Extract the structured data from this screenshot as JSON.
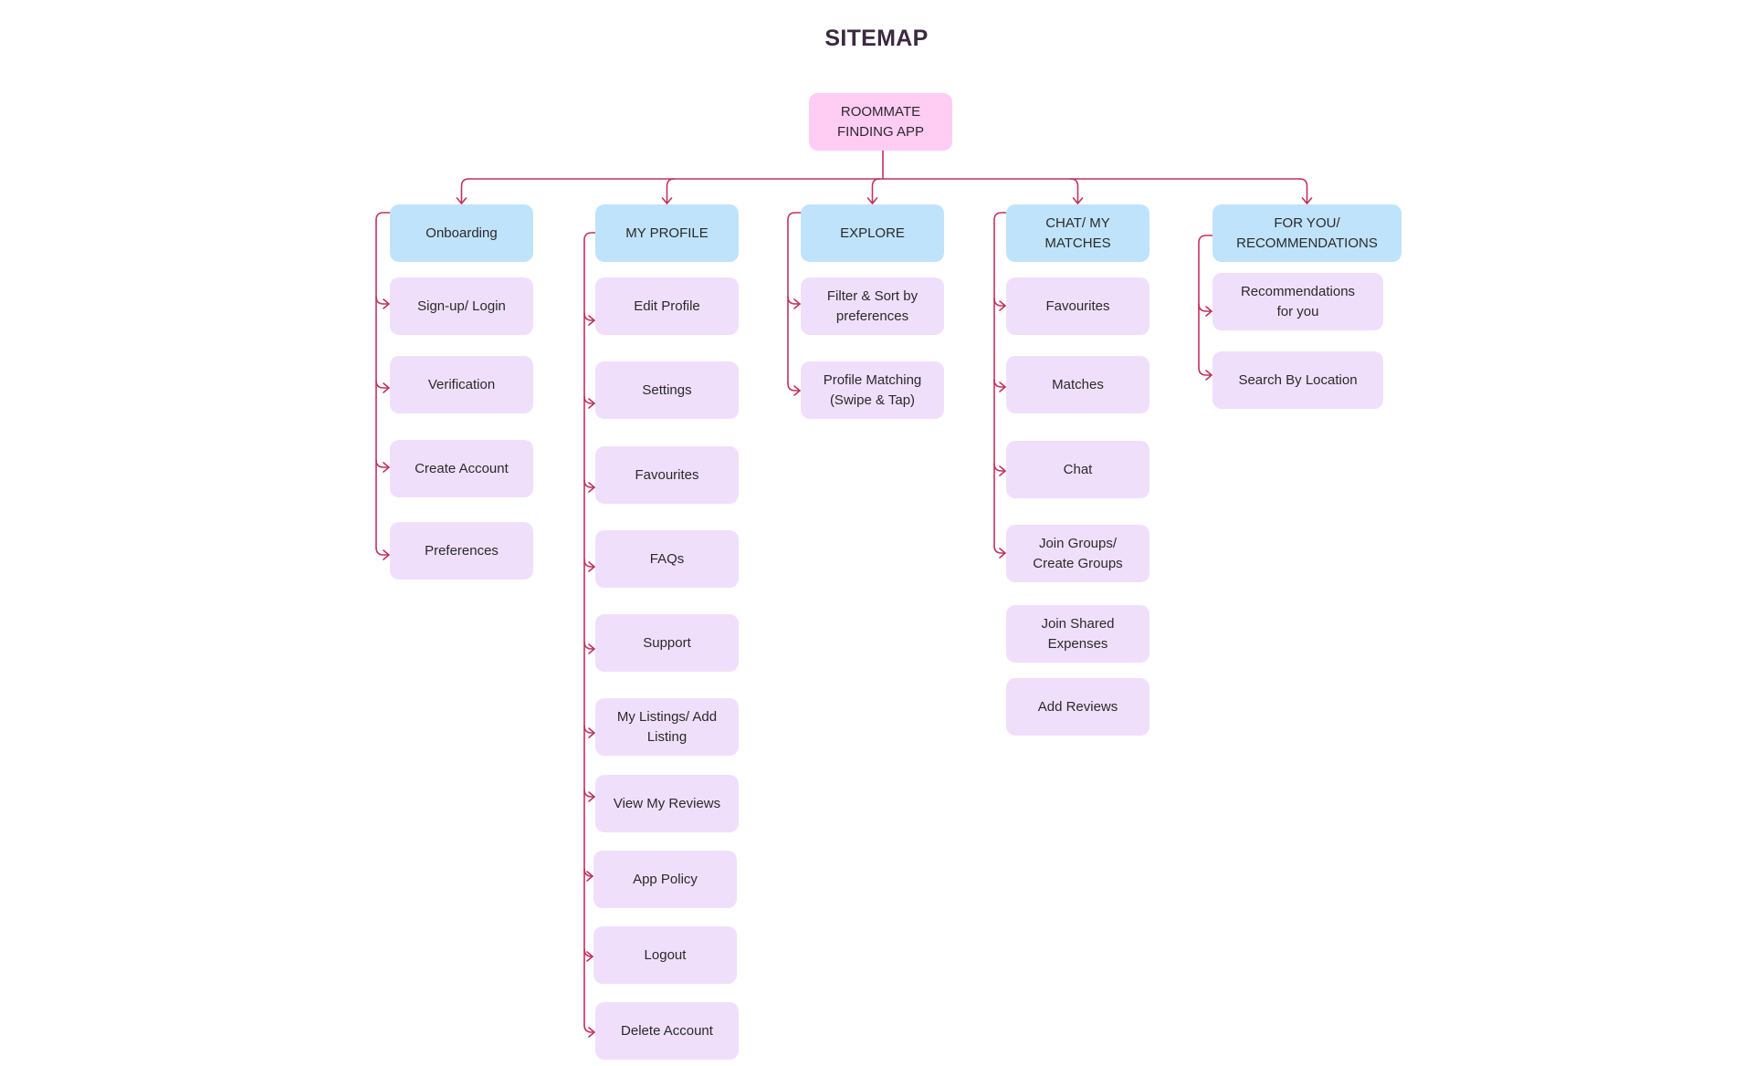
{
  "title": "SITEMAP",
  "colors": {
    "root_fill": "#ffccf4",
    "category_fill": "#bfe3fb",
    "item_fill": "#f0dffb",
    "connector": "#c2325f",
    "title_text": "#3b2a40"
  },
  "root": {
    "label": "ROOMMATE\nFINDING APP"
  },
  "columns": [
    {
      "id": "onboarding",
      "label": "Onboarding",
      "items": [
        "Sign-up/ Login",
        "Verification",
        "Create Account",
        "Preferences"
      ]
    },
    {
      "id": "my-profile",
      "label": "MY PROFILE",
      "items": [
        "Edit Profile",
        "Settings",
        "Favourites",
        "FAQs",
        "Support",
        "My Listings/ Add\nListing",
        "View My Reviews",
        "App Policy",
        "Logout",
        "Delete Account"
      ]
    },
    {
      "id": "explore",
      "label": "EXPLORE",
      "items": [
        "Filter & Sort by\npreferences",
        "Profile Matching\n(Swipe & Tap)"
      ]
    },
    {
      "id": "chat",
      "label": "CHAT/ MY\nMATCHES",
      "items": [
        "Favourites",
        "Matches",
        "Chat",
        "Join Groups/\nCreate Groups"
      ],
      "extra_items": [
        "Join Shared\nExpenses",
        "Add Reviews"
      ]
    },
    {
      "id": "for-you",
      "label": "FOR YOU/\nRECOMMENDATIONS",
      "items": [
        "Recommendations\nfor you",
        "Search By Location"
      ]
    }
  ]
}
